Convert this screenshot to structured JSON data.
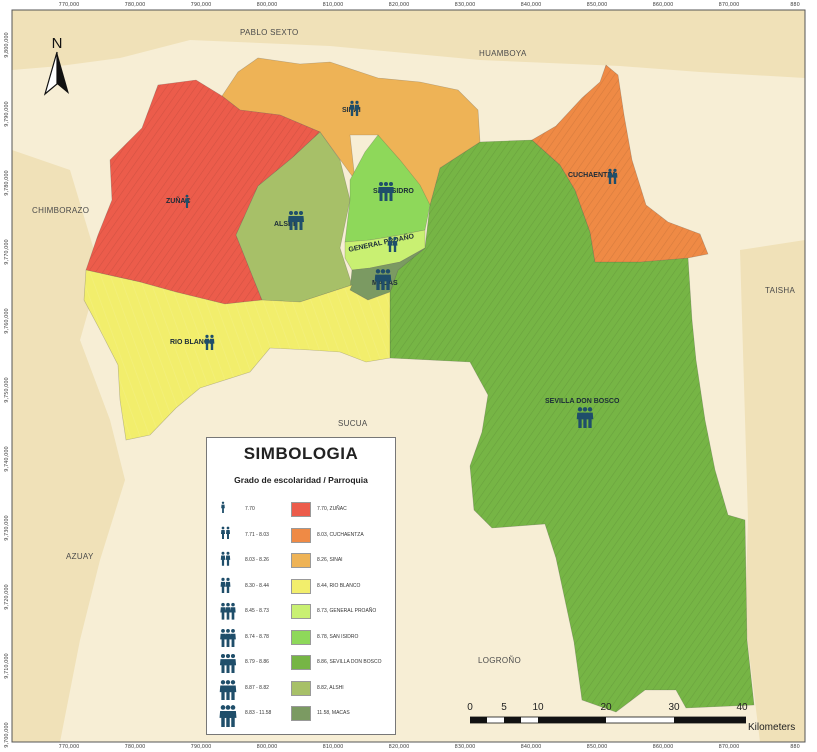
{
  "colors": {
    "background_land": "#f7eed5",
    "outer_land": "#f0e1b8",
    "water_gray": "#e5e5e5",
    "class1": "#ec5c4b",
    "class2": "#ef8a45",
    "class3": "#eeb356",
    "class4": "#f2ee6c",
    "class5": "#c9f072",
    "class6": "#8ed85a",
    "class7": "#76b545",
    "class8": "#a7c068",
    "class9": "#7b9a62",
    "person_icon": "#1f4e6a"
  },
  "north_arrow": {
    "letter": "N"
  },
  "coords_top": [
    "770,000",
    "780,000",
    "790,000",
    "800,000",
    "810,000",
    "820,000",
    "830,000",
    "840,000",
    "850,000",
    "860,000",
    "870,000",
    "880"
  ],
  "coords_bottom": [
    "770,000",
    "780,000",
    "790,000",
    "800,000",
    "810,000",
    "820,000",
    "830,000",
    "840,000",
    "850,000",
    "860,000",
    "870,000",
    "880"
  ],
  "coords_left": [
    "9,800,000",
    "9,790,000",
    "9,780,000",
    "9,770,000",
    "9,760,000",
    "9,750,000",
    "9,740,000",
    "9,730,000",
    "9,720,000",
    "9,710,000",
    "9,700,000"
  ],
  "neighbors": {
    "pablo_sexto": "PABLO SEXTO",
    "huamboya": "HUAMBOYA",
    "chimborazo": "CHIMBORAZO",
    "taisha": "TAISHA",
    "sucua": "SUCUA",
    "azuay": "AZUAY",
    "logrono": "LOGROÑO"
  },
  "parishes": {
    "sinai": "SINAI",
    "zunac": "ZUÑAC",
    "alshi": "ALSHI",
    "san_isidro": "SAN ISIDRO",
    "general_proano": "GENERAL PROAÑO",
    "macas": "MACAS",
    "cuchaentza": "CUCHAENTZA",
    "rio_blanco": "RIO BLANCO",
    "sevilla_don_bosco": "SEVILLA DON BOSCO"
  },
  "legend": {
    "title": "SIMBOLOGIA",
    "subtitle": "Grado de escolaridad / Parroquia",
    "ranges": [
      "7.70",
      "7.71 - 8.03",
      "8.03 - 8.26",
      "8.30 - 8.44",
      "8.45 - 8.73",
      "8.74 - 8.78",
      "8.79 - 8.86",
      "8.87 - 8.82",
      "8.83 - 11.58"
    ],
    "classes": [
      "7.70, ZUÑAC",
      "8.03, CUCHAENTZA",
      "8.26, SINAI",
      "8.44, RIO BLANCO",
      "8.73, GENERAL PROAÑO",
      "8.78, SAN ISIDRO",
      "8.86, SEVILLA DON BOSCO",
      "8.82, ALSHI",
      "11.58, MACAS"
    ]
  },
  "scale": {
    "labels": [
      "0",
      "5",
      "10",
      "20",
      "30",
      "40"
    ],
    "unit": "Kilometers"
  }
}
